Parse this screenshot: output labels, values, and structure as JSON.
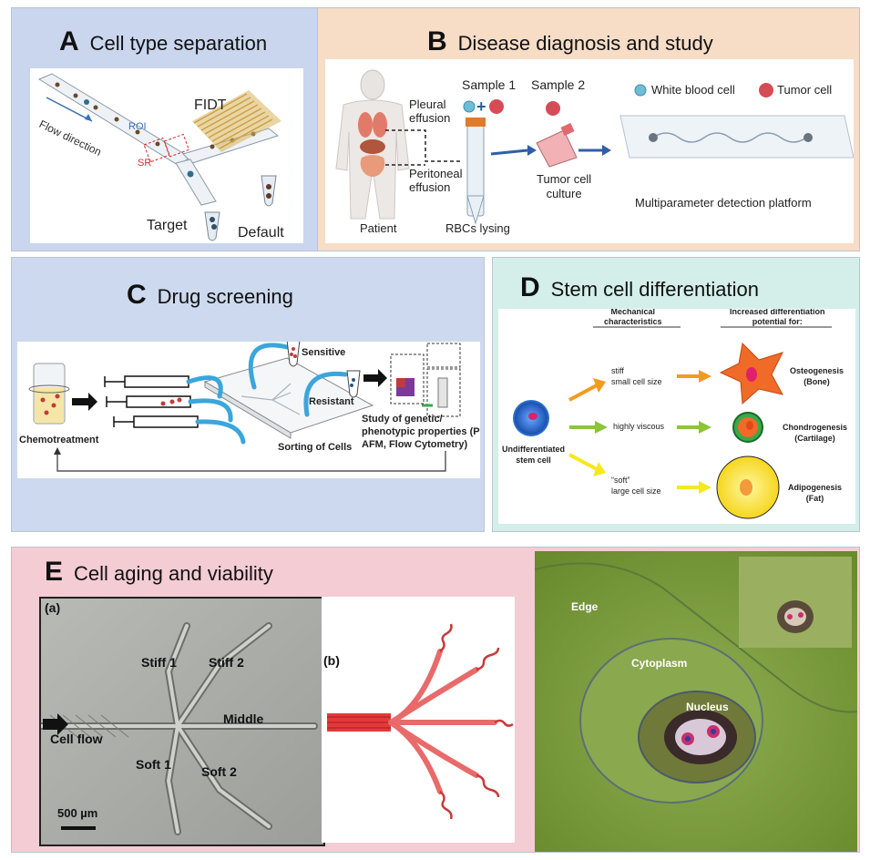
{
  "panelA": {
    "letter": "A",
    "title": "Cell type separation",
    "fidt": "FIDT",
    "roi": "ROI",
    "flow": "Flow direction",
    "sr": "SR",
    "target": "Target",
    "default": "Default"
  },
  "panelB": {
    "letter": "B",
    "title": "Disease  diagnosis and study",
    "sample1": "Sample 1",
    "sample2": "Sample 2",
    "wbc": "White blood cell",
    "tumor": "Tumor cell",
    "pleural1": "Pleural",
    "pleural2": "effusion",
    "peritoneal1": "Peritoneal",
    "peritoneal2": "effusion",
    "patient": "Patient",
    "rbc": "RBCs lysing",
    "culture1": "Tumor cell",
    "culture2": "culture",
    "platform": "Multiparameter detection platform"
  },
  "panelC": {
    "letter": "C",
    "title": "Drug screening",
    "sensitive": "Sensitive",
    "resistant": "Resistant",
    "chemo": "Chemotreatment",
    "sorting": "Sorting of Cells",
    "study1": "Study of genetic/",
    "study2": "phenotypic properties (PCR,",
    "study3": "AFM, Flow Cytometry)"
  },
  "panelD": {
    "letter": "D",
    "title": "Stem cell differentiation",
    "mech1": "Mechanical",
    "mech2": "characteristics",
    "incr1": "Increased differentiation",
    "incr2": "potential for:",
    "stiff1": "stiff",
    "stiff2": "small cell size",
    "viscous": "highly viscous",
    "soft1": "“soft”",
    "soft2": "large cell size",
    "osteo1": "Osteogenesis",
    "osteo2": "(Bone)",
    "chondro1": "Chondrogenesis",
    "chondro2": "(Cartilage)",
    "adipo1": "Adipogenesis",
    "adipo2": "(Fat)",
    "undiff1": "Undifferentiated",
    "undiff2": "stem cell"
  },
  "panelE": {
    "letter": "E",
    "title": "Cell aging and viability",
    "a": "(a)",
    "b": "(b)",
    "stiff1": "Stiff 1",
    "stiff2": "Stiff 2",
    "middle": "Middle",
    "cellflow": "Cell flow",
    "soft1": "Soft 1",
    "soft2": "Soft 2",
    "scale": "500 µm",
    "edge": "Edge",
    "cytoplasm": "Cytoplasm",
    "nucleus": "Nucleus"
  },
  "colors": {
    "panelA_bg": "#c9d6ee",
    "panelB_bg": "#f7dcc6",
    "panelC_bg": "#ccd9ee",
    "panelD_bg": "#d4efe9",
    "panelE_bg": "#f4ccd3",
    "tube_blue": "#3aa6dc",
    "tumor": "#d9484c",
    "orange": "#f39a1e",
    "green_arrow": "#8cc43c",
    "yellow": "#f6e81e"
  }
}
